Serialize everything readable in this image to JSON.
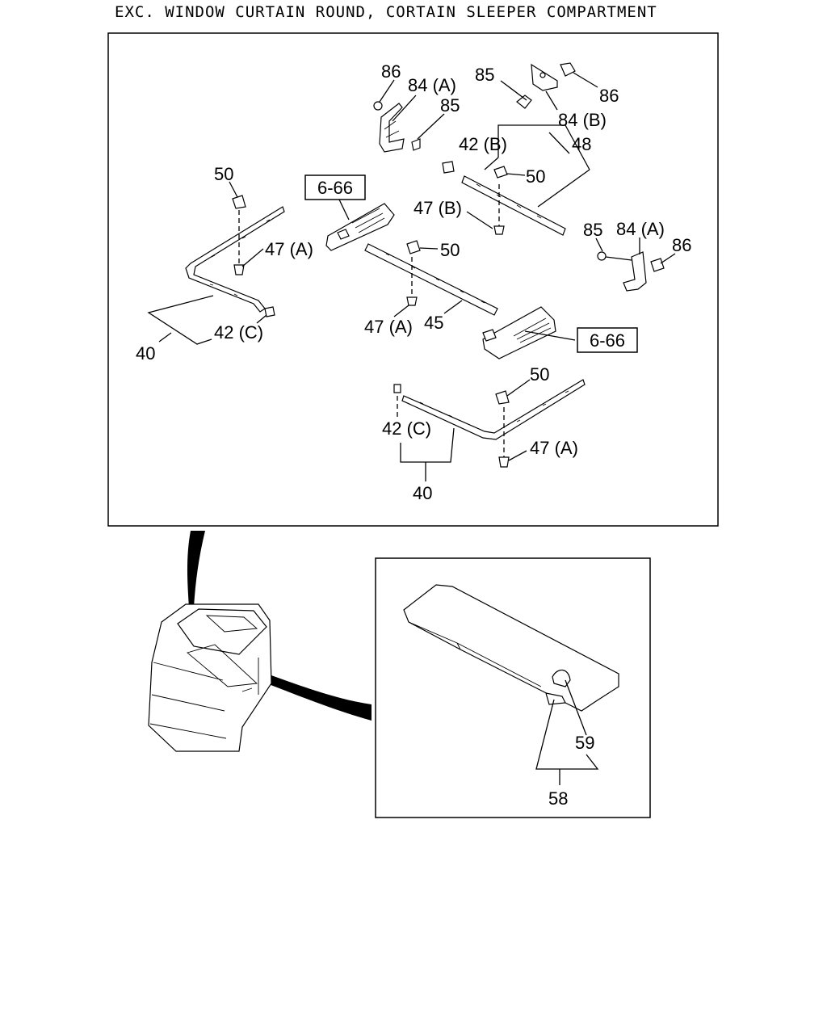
{
  "title": "EXC. WINDOW CURTAIN ROUND, CORTAIN SLEEPER COMPARTMENT",
  "callouts": {
    "c86a": "86",
    "c84a_top": "84 (A)",
    "c85a": "85",
    "c85b": "85",
    "c86b": "86",
    "c84b": "84 (B)",
    "c42b": "42 (B)",
    "c48": "48",
    "c50a": "50",
    "c47b": "47 (B)",
    "c85c": "85",
    "c84a_right": "84 (A)",
    "c86c": "86",
    "c50left": "50",
    "c47a_left": "47 (A)",
    "c42c_left": "42 (C)",
    "c40_left": "40",
    "c50mid": "50",
    "c47a_mid": "47 (A)",
    "c45": "45",
    "c50bot": "50",
    "c42c_bot": "42 (C)",
    "c47a_bot": "47 (A)",
    "c40_bot": "40",
    "c59": "59",
    "c58": "58"
  },
  "refs": {
    "ref_left": "6-66",
    "ref_right": "6-66"
  }
}
